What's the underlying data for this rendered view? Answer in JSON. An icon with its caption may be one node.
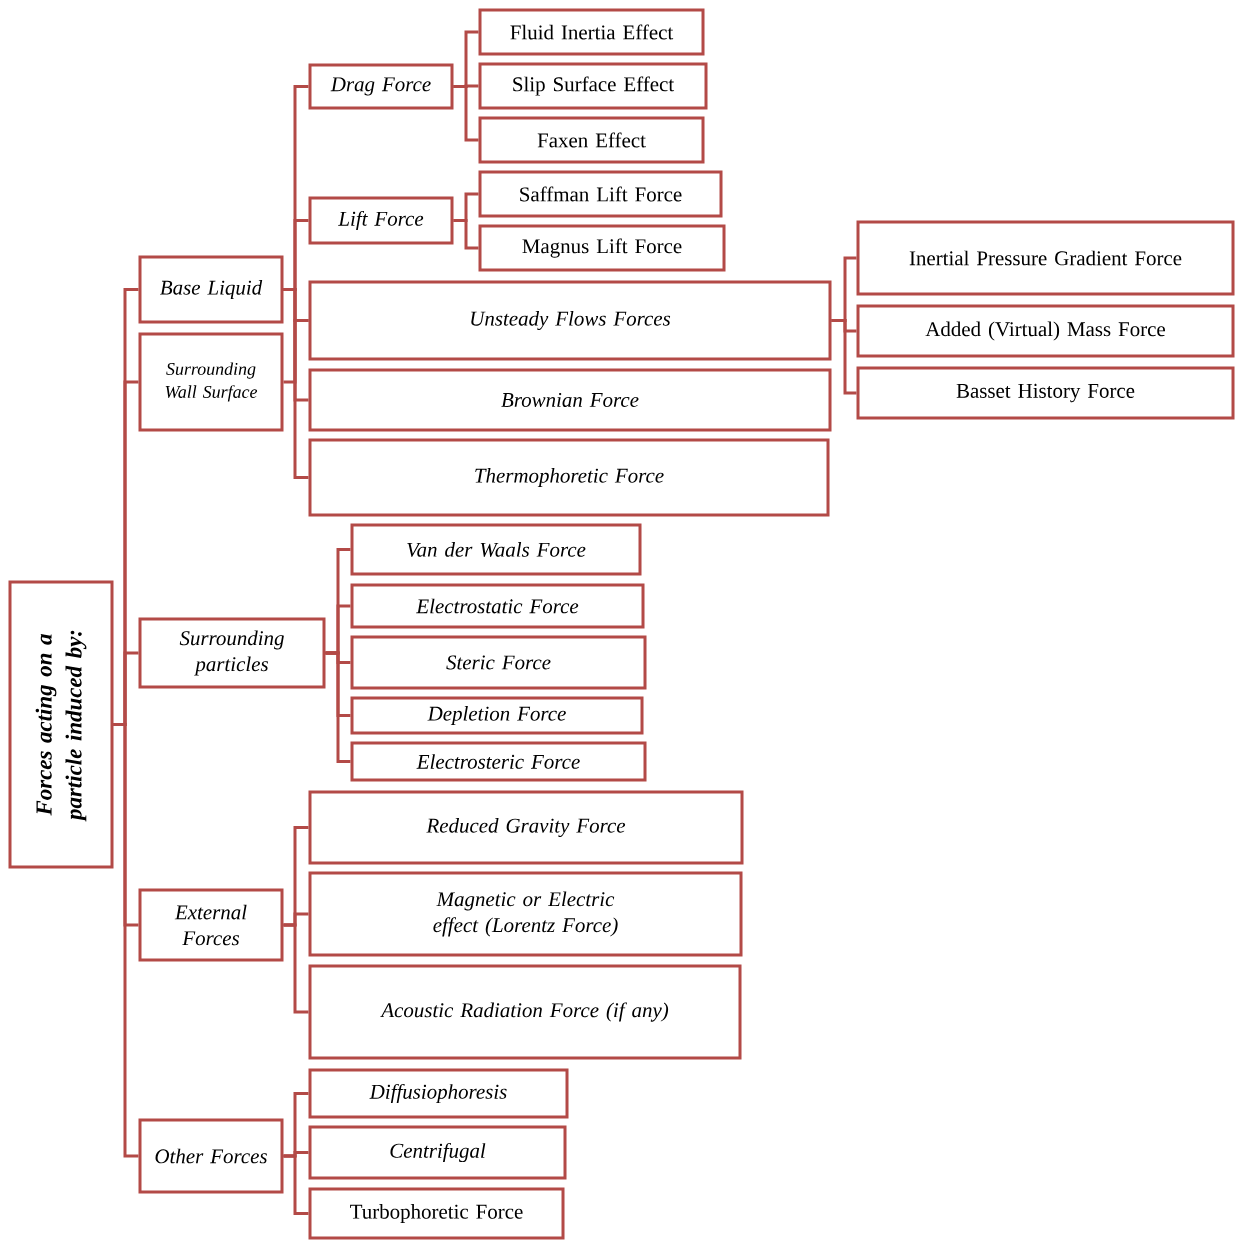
{
  "diagram": {
    "nodes": [
      {
        "text": [
          "Forces acting on a particle induced by:"
        ]
      },
      {
        "text": [
          "Base Liquid"
        ]
      },
      {
        "text": [
          "Drag Force"
        ]
      },
      {
        "text": [
          "Fluid Inertia Effect"
        ]
      },
      {
        "text": [
          "Slip Surface Effect"
        ]
      },
      {
        "text": [
          "Faxen Effect"
        ]
      },
      {
        "text": [
          "Lift Force"
        ]
      },
      {
        "text": [
          "Saffman Lift Force"
        ]
      },
      {
        "text": [
          "Magnus Lift Force"
        ]
      },
      {
        "text": [
          "Unsteady Flows Forces"
        ]
      },
      {
        "text": [
          "Inertial Pressure Gradient Force"
        ]
      },
      {
        "text": [
          "Added (Virtual) Mass Force"
        ]
      },
      {
        "text": [
          "Basset History Force"
        ]
      },
      {
        "text": [
          "Brownian Force"
        ]
      },
      {
        "text": [
          "Surrounding Wall Surface"
        ]
      },
      {
        "text": [
          "Thermophoretic Force"
        ]
      },
      {
        "text": [
          "Surrounding particles"
        ]
      },
      {
        "text": [
          "Van der Waals Force"
        ]
      },
      {
        "text": [
          "Electrostatic Force"
        ]
      },
      {
        "text": [
          "Steric Force"
        ]
      },
      {
        "text": [
          "Depletion Force"
        ]
      },
      {
        "text": [
          "Electrosteric Force"
        ]
      },
      {
        "text": [
          "External Forces"
        ]
      },
      {
        "text": [
          "Reduced Gravity Force"
        ]
      },
      {
        "text": [
          "Magnetic or Electric effect (Lorentz Force)"
        ]
      },
      {
        "text": [
          "Acoustic Radiation Force (if any)"
        ]
      },
      {
        "text": [
          "Other Forces"
        ]
      },
      {
        "text": [
          "Diffusiophoresis"
        ]
      },
      {
        "text": [
          "Centrifugal"
        ]
      },
      {
        "text": [
          "Turbophoretic Force"
        ]
      }
    ],
    "edges": [
      {
        "from": 0,
        "to": 1,
        "arrow": "none"
      },
      {
        "from": 0,
        "to": 14,
        "arrow": "none"
      },
      {
        "from": 0,
        "to": 16,
        "arrow": "none"
      },
      {
        "from": 0,
        "to": 22,
        "arrow": "none"
      },
      {
        "from": 0,
        "to": 26,
        "arrow": "none"
      },
      {
        "from": 1,
        "to": 2,
        "arrow": "none"
      },
      {
        "from": 1,
        "to": 6,
        "arrow": "none"
      },
      {
        "from": 1,
        "to": 9,
        "arrow": "none"
      },
      {
        "from": 1,
        "to": 13,
        "arrow": "none"
      },
      {
        "from": 1,
        "to": 15,
        "arrow": "none"
      },
      {
        "from": 14,
        "to": 9,
        "arrow": "none"
      },
      {
        "from": 2,
        "to": 3,
        "arrow": "none"
      },
      {
        "from": 2,
        "to": 4,
        "arrow": "none"
      },
      {
        "from": 2,
        "to": 5,
        "arrow": "none"
      },
      {
        "from": 6,
        "to": 7,
        "arrow": "none"
      },
      {
        "from": 6,
        "to": 8,
        "arrow": "none"
      },
      {
        "from": 9,
        "to": 10,
        "arrow": "none"
      },
      {
        "from": 9,
        "to": 11,
        "arrow": "none"
      },
      {
        "from": 9,
        "to": 12,
        "arrow": "none"
      },
      {
        "from": 16,
        "to": 17,
        "arrow": "none"
      },
      {
        "from": 16,
        "to": 18,
        "arrow": "none"
      },
      {
        "from": 16,
        "to": 19,
        "arrow": "none"
      },
      {
        "from": 16,
        "to": 20,
        "arrow": "none"
      },
      {
        "from": 16,
        "to": 21,
        "arrow": "none"
      },
      {
        "from": 22,
        "to": 23,
        "arrow": "none"
      },
      {
        "from": 22,
        "to": 24,
        "arrow": "none"
      },
      {
        "from": 22,
        "to": 25,
        "arrow": "none"
      },
      {
        "from": 26,
        "to": 27,
        "arrow": "none"
      },
      {
        "from": 26,
        "to": 28,
        "arrow": "none"
      },
      {
        "from": 26,
        "to": 29,
        "arrow": "none"
      }
    ]
  }
}
